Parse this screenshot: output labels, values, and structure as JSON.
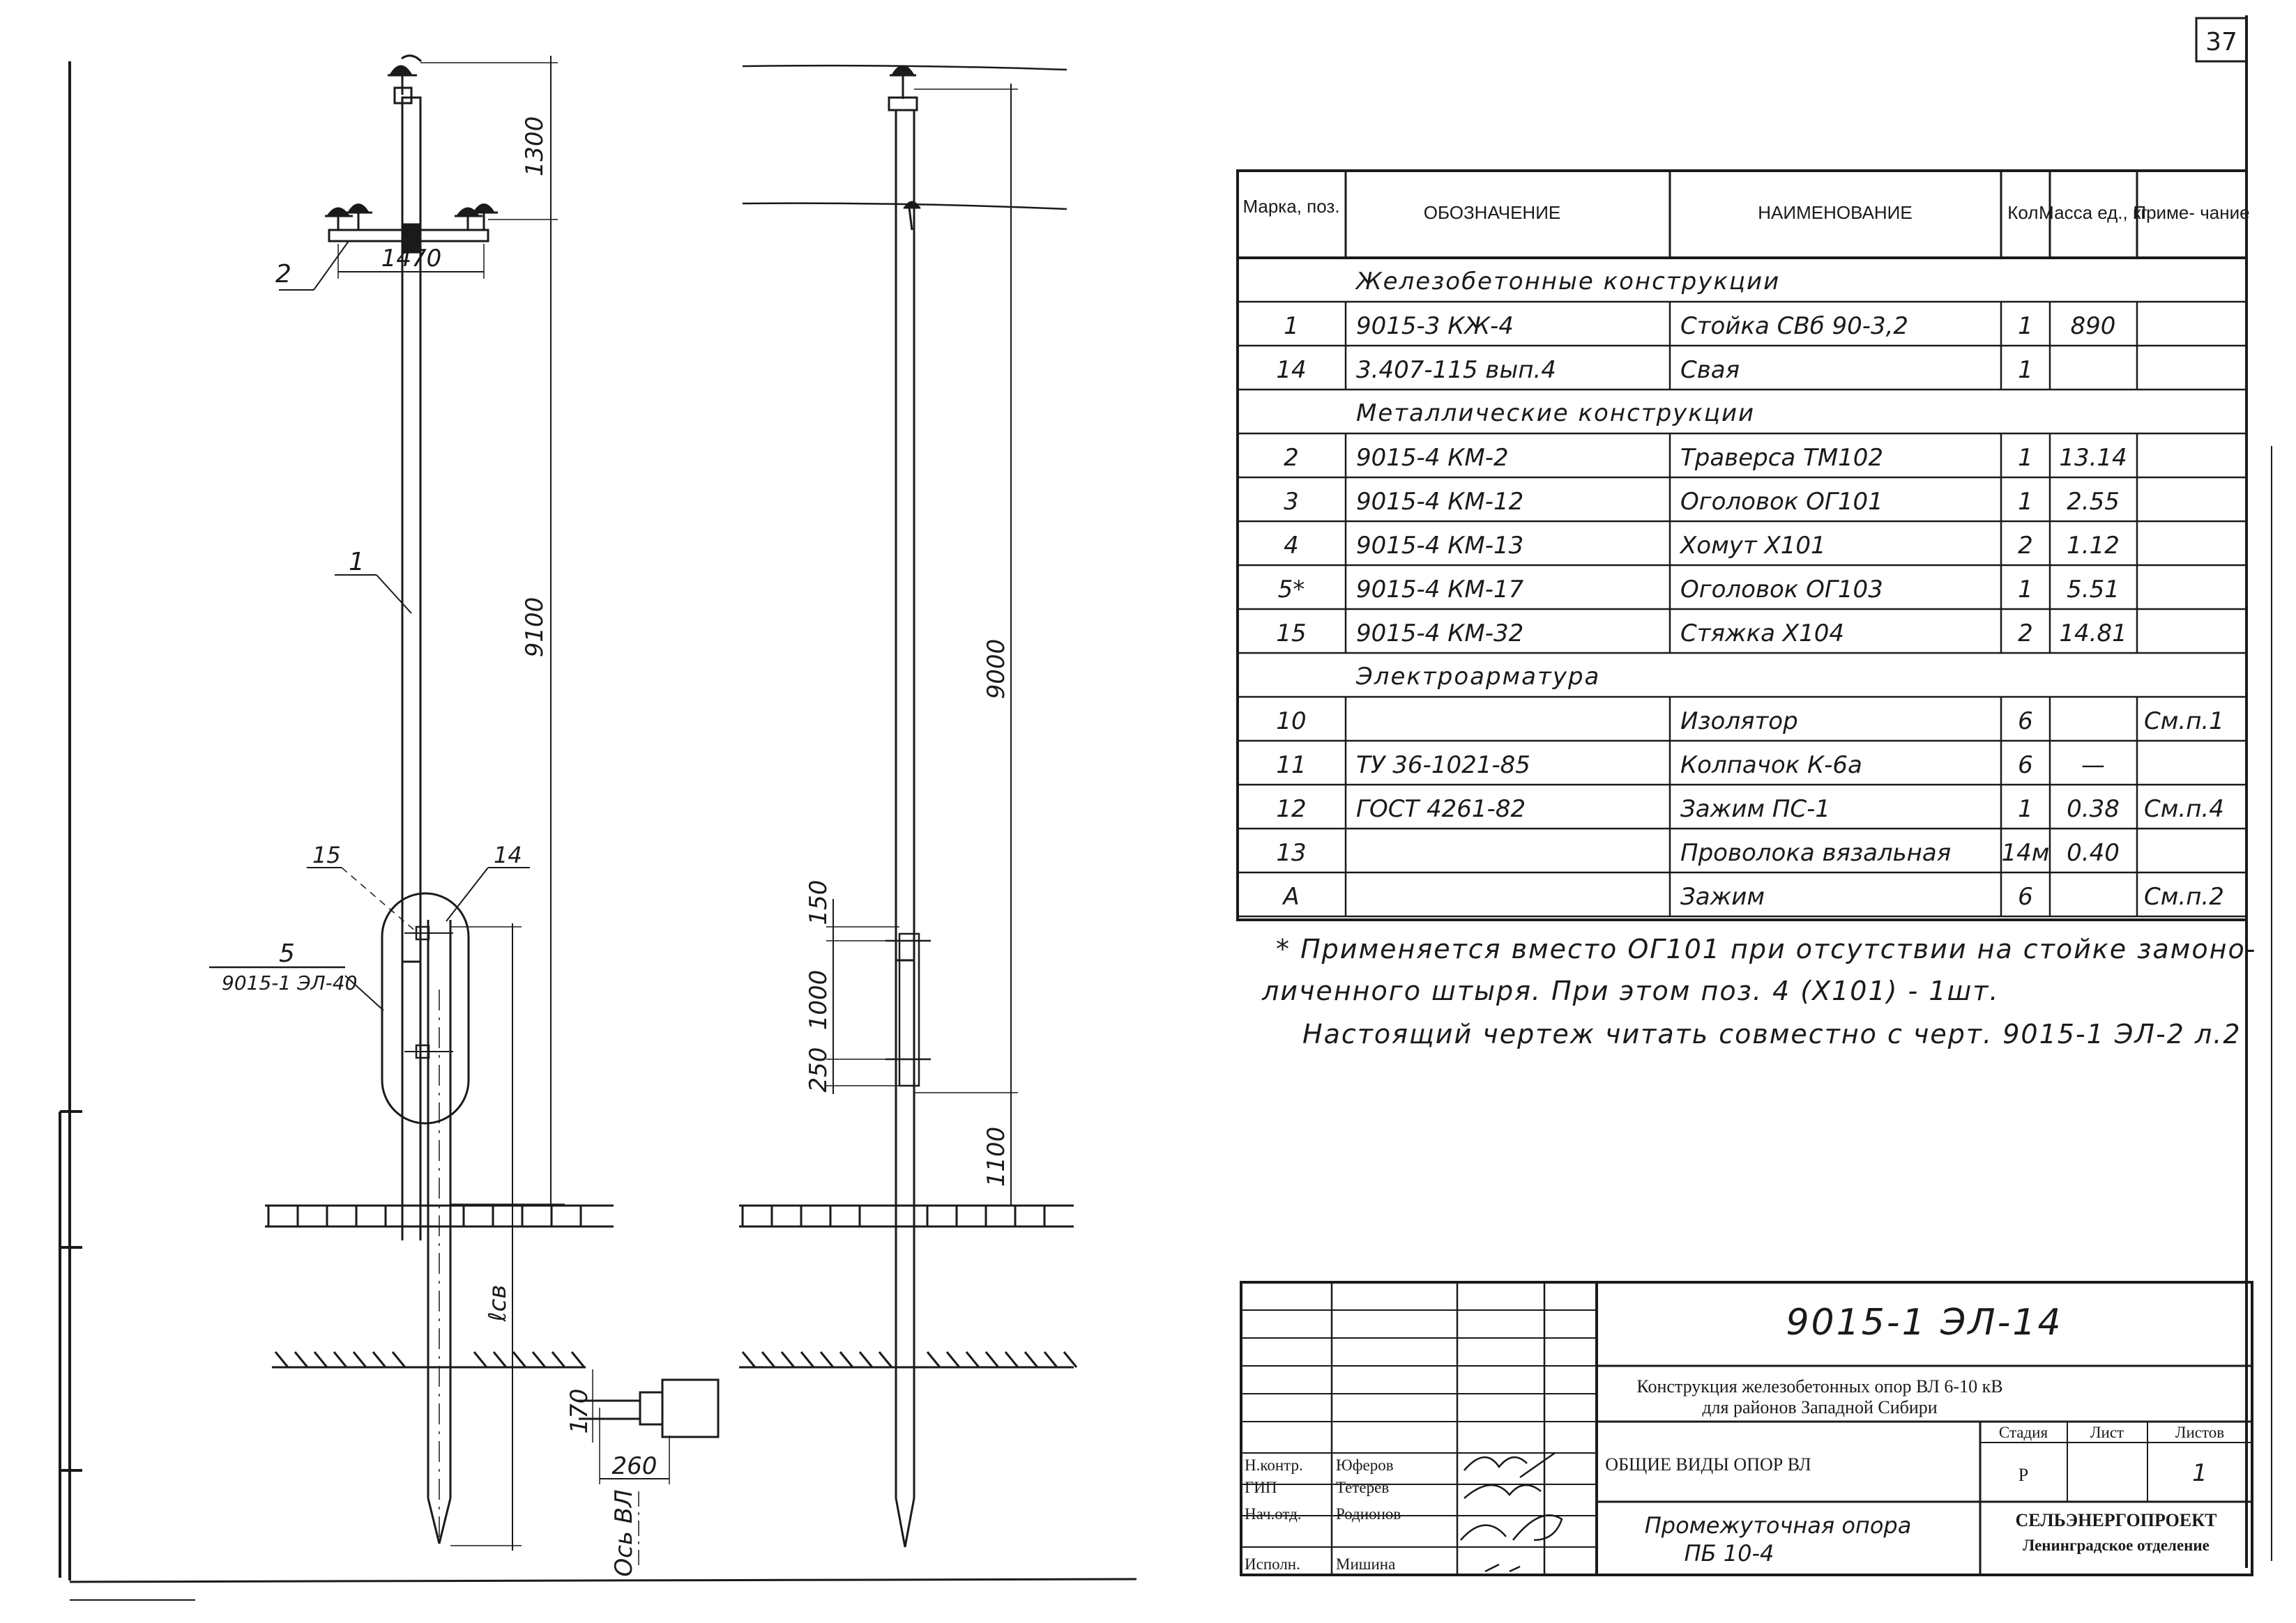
{
  "sheet": {
    "page_number": "37",
    "drawing_code": "9015-1 ЭЛ-14"
  },
  "left_view": {
    "dim_top": "1300",
    "dim_crossarm": "1470",
    "dim_main": "9100",
    "dim_foundation": "ℓсв",
    "dim_clamp_width": "260",
    "dim_clamp_height": "170",
    "axis_label": "Ось ВЛ",
    "callout_crossarm": "2",
    "callout_pole": "1",
    "callout_15": "15",
    "callout_14": "14",
    "node_callout": "5",
    "node_ref": "9015-1 ЭЛ-40"
  },
  "right_view": {
    "dim_main": "9000",
    "dim_bottom": "1100",
    "dim_150": "150",
    "dim_1000": "1000",
    "dim_250": "250"
  },
  "spec": {
    "headers": {
      "mark": "Марка, поз.",
      "designation": "ОБОЗНАЧЕНИЕ",
      "name": "НАИМЕНОВАНИЕ",
      "qty": "Кол.",
      "mass": "Масса ед., кг",
      "note": "Приме- чание"
    },
    "sections": [
      {
        "title": "Железобетонные конструкции",
        "rows": [
          {
            "mark": "1",
            "designation": "9015-3 КЖ-4",
            "name": "Стойка СВб 90-3,2",
            "qty": "1",
            "mass": "890",
            "note": ""
          },
          {
            "mark": "14",
            "designation": "3.407-115 вып.4",
            "name": "Свая",
            "qty": "1",
            "mass": "",
            "note": ""
          }
        ]
      },
      {
        "title": "Металлические конструкции",
        "rows": [
          {
            "mark": "2",
            "designation": "9015-4 КМ-2",
            "name": "Траверса ТМ102",
            "qty": "1",
            "mass": "13.14",
            "note": ""
          },
          {
            "mark": "3",
            "designation": "9015-4 КМ-12",
            "name": "Оголовок ОГ101",
            "qty": "1",
            "mass": "2.55",
            "note": ""
          },
          {
            "mark": "4",
            "designation": "9015-4 КМ-13",
            "name": "Хомут Х101",
            "qty": "2",
            "mass": "1.12",
            "note": ""
          },
          {
            "mark": "5*",
            "designation": "9015-4 КМ-17",
            "name": "Оголовок ОГ103",
            "qty": "1",
            "mass": "5.51",
            "note": ""
          },
          {
            "mark": "15",
            "designation": "9015-4 КМ-32",
            "name": "Стяжка Х104",
            "qty": "2",
            "mass": "14.81",
            "note": ""
          }
        ]
      },
      {
        "title": "Электроарматура",
        "rows": [
          {
            "mark": "10",
            "designation": "",
            "name": "Изолятор",
            "qty": "6",
            "mass": "",
            "note": "См.п.1"
          },
          {
            "mark": "11",
            "designation": "ТУ 36-1021-85",
            "name": "Колпачок К-6а",
            "qty": "6",
            "mass": "—",
            "note": ""
          },
          {
            "mark": "12",
            "designation": "ГОСТ 4261-82",
            "name": "Зажим ПС-1",
            "qty": "1",
            "mass": "0.38",
            "note": "См.п.4"
          },
          {
            "mark": "13",
            "designation": "",
            "name": "Проволока вязальная",
            "qty": "14м",
            "mass": "0.40",
            "note": ""
          },
          {
            "mark": "А",
            "designation": "",
            "name": "Зажим",
            "qty": "6",
            "mass": "",
            "note": "См.п.2"
          }
        ]
      }
    ]
  },
  "notes": [
    "* Применяется вместо ОГ101 при отсутствии на стойке замоно-",
    "личенного штыря. При этом поз. 4 (Х101) - 1шт.",
    "Настоящий чертеж читать совместно с черт. 9015-1 ЭЛ-2 л.2"
  ],
  "title_block": {
    "code": "9015-1 ЭЛ-14",
    "project_title_1": "Конструкция железобетонных опор ВЛ 6-10 кВ",
    "project_title_2": "для районов Западной Сибири",
    "sheet_title": "ОБЩИЕ ВИДЫ ОПОР ВЛ",
    "drawing_title_1": "Промежуточная опора",
    "drawing_title_2": "ПБ 10-4",
    "stage_label": "Стадия",
    "sheet_label": "Лист",
    "sheets_label": "Листов",
    "stage": "Р",
    "sheet_no": "",
    "sheets": "1",
    "organization": "СЕЛЬЭНЕРГОПРОЕКТ",
    "branch": "Ленинградское отделение",
    "signers": [
      {
        "role": "Н.контр.",
        "name": "Юферов"
      },
      {
        "role": "ГИП",
        "name": "Тетерев"
      },
      {
        "role": "Нач.отд.",
        "name": "Родионов"
      },
      {
        "role": "Исполн.",
        "name": "Мишина"
      }
    ]
  }
}
